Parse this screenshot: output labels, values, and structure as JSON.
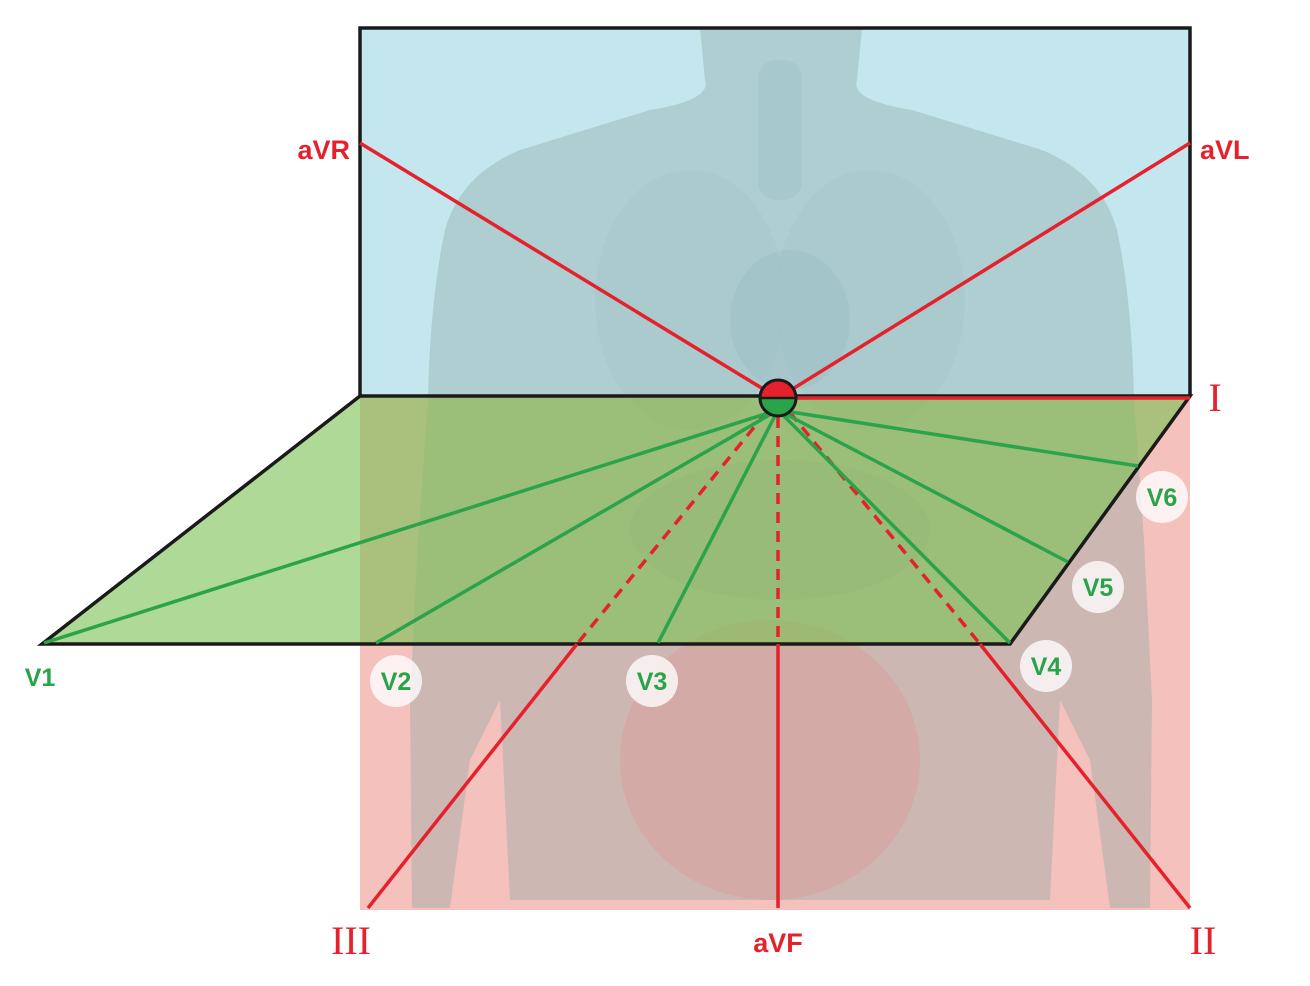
{
  "colors": {
    "frontal_plane": "#c3e6ef",
    "lower_frontal_plane": "#f4c1bd",
    "horizontal_plane": "#7cc255",
    "limb_leads": "#e5212b",
    "chest_leads": "#2aa34a"
  },
  "limb_leads": {
    "aVR": "aVR",
    "aVL": "aVL",
    "I": "I",
    "II": "II",
    "III": "III",
    "aVF": "aVF"
  },
  "chest_leads": {
    "V1": "V1",
    "V2": "V2",
    "V3": "V3",
    "V4": "V4",
    "V5": "V5",
    "V6": "V6"
  },
  "icons": {
    "heart_center": "heart-center-icon",
    "body": "human-torso-icon"
  }
}
